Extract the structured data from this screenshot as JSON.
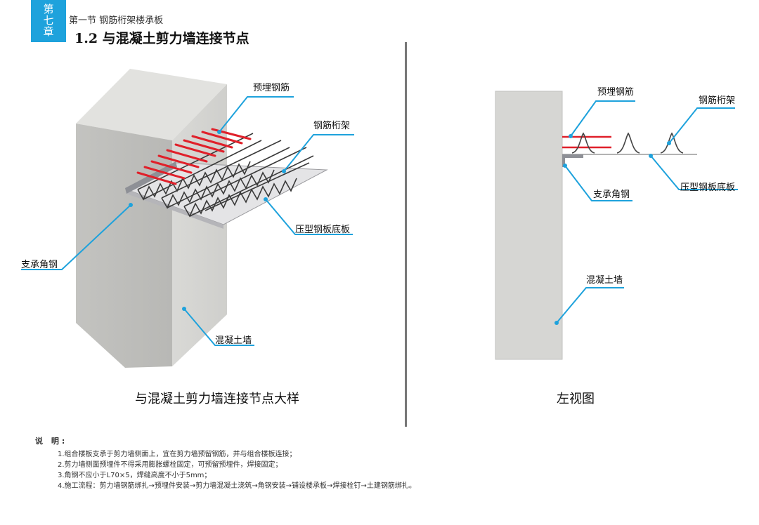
{
  "header": {
    "chapter_chars": [
      "第",
      "七",
      "章"
    ],
    "section": "第一节  钢筋桁架楼承板",
    "title": "1.2  与混凝土剪力墙连接节点"
  },
  "left_view": {
    "labels": {
      "embedded_rebar": "预埋钢筋",
      "rebar_truss": "钢筋桁架",
      "deck_plate": "压型钢板底板",
      "support_angle": "支承角钢",
      "concrete_wall": "混凝土墙"
    },
    "caption": "与混凝土剪力墙连接节点大样"
  },
  "right_view": {
    "labels": {
      "embedded_rebar": "预埋钢筋",
      "rebar_truss": "钢筋桁架",
      "support_angle": "支承角钢",
      "deck_plate": "压型钢板底板",
      "concrete_wall": "混凝土墙"
    },
    "caption": "左视图"
  },
  "colors": {
    "accent": "#1ea2dc",
    "rebar": "#e0202a",
    "concrete": "#d4d4d2"
  },
  "notes": {
    "title": "说 明:",
    "items": [
      "1.组合楼板支承于剪力墙侧面上，宜在剪力墙预留钢筋，并与组合楼板连接；",
      "2.剪力墙侧面预埋件不得采用膨胀螺栓固定，可预留预埋件，焊接固定；",
      "3.角钢不应小于L70×5，焊缝高度不小于5mm；",
      "4.施工流程：剪力墙钢筋绑扎→预埋件安装→剪力墙混凝土浇筑→角钢安装→铺设楼承板→焊接栓钉→土建钢筋绑扎。"
    ]
  }
}
